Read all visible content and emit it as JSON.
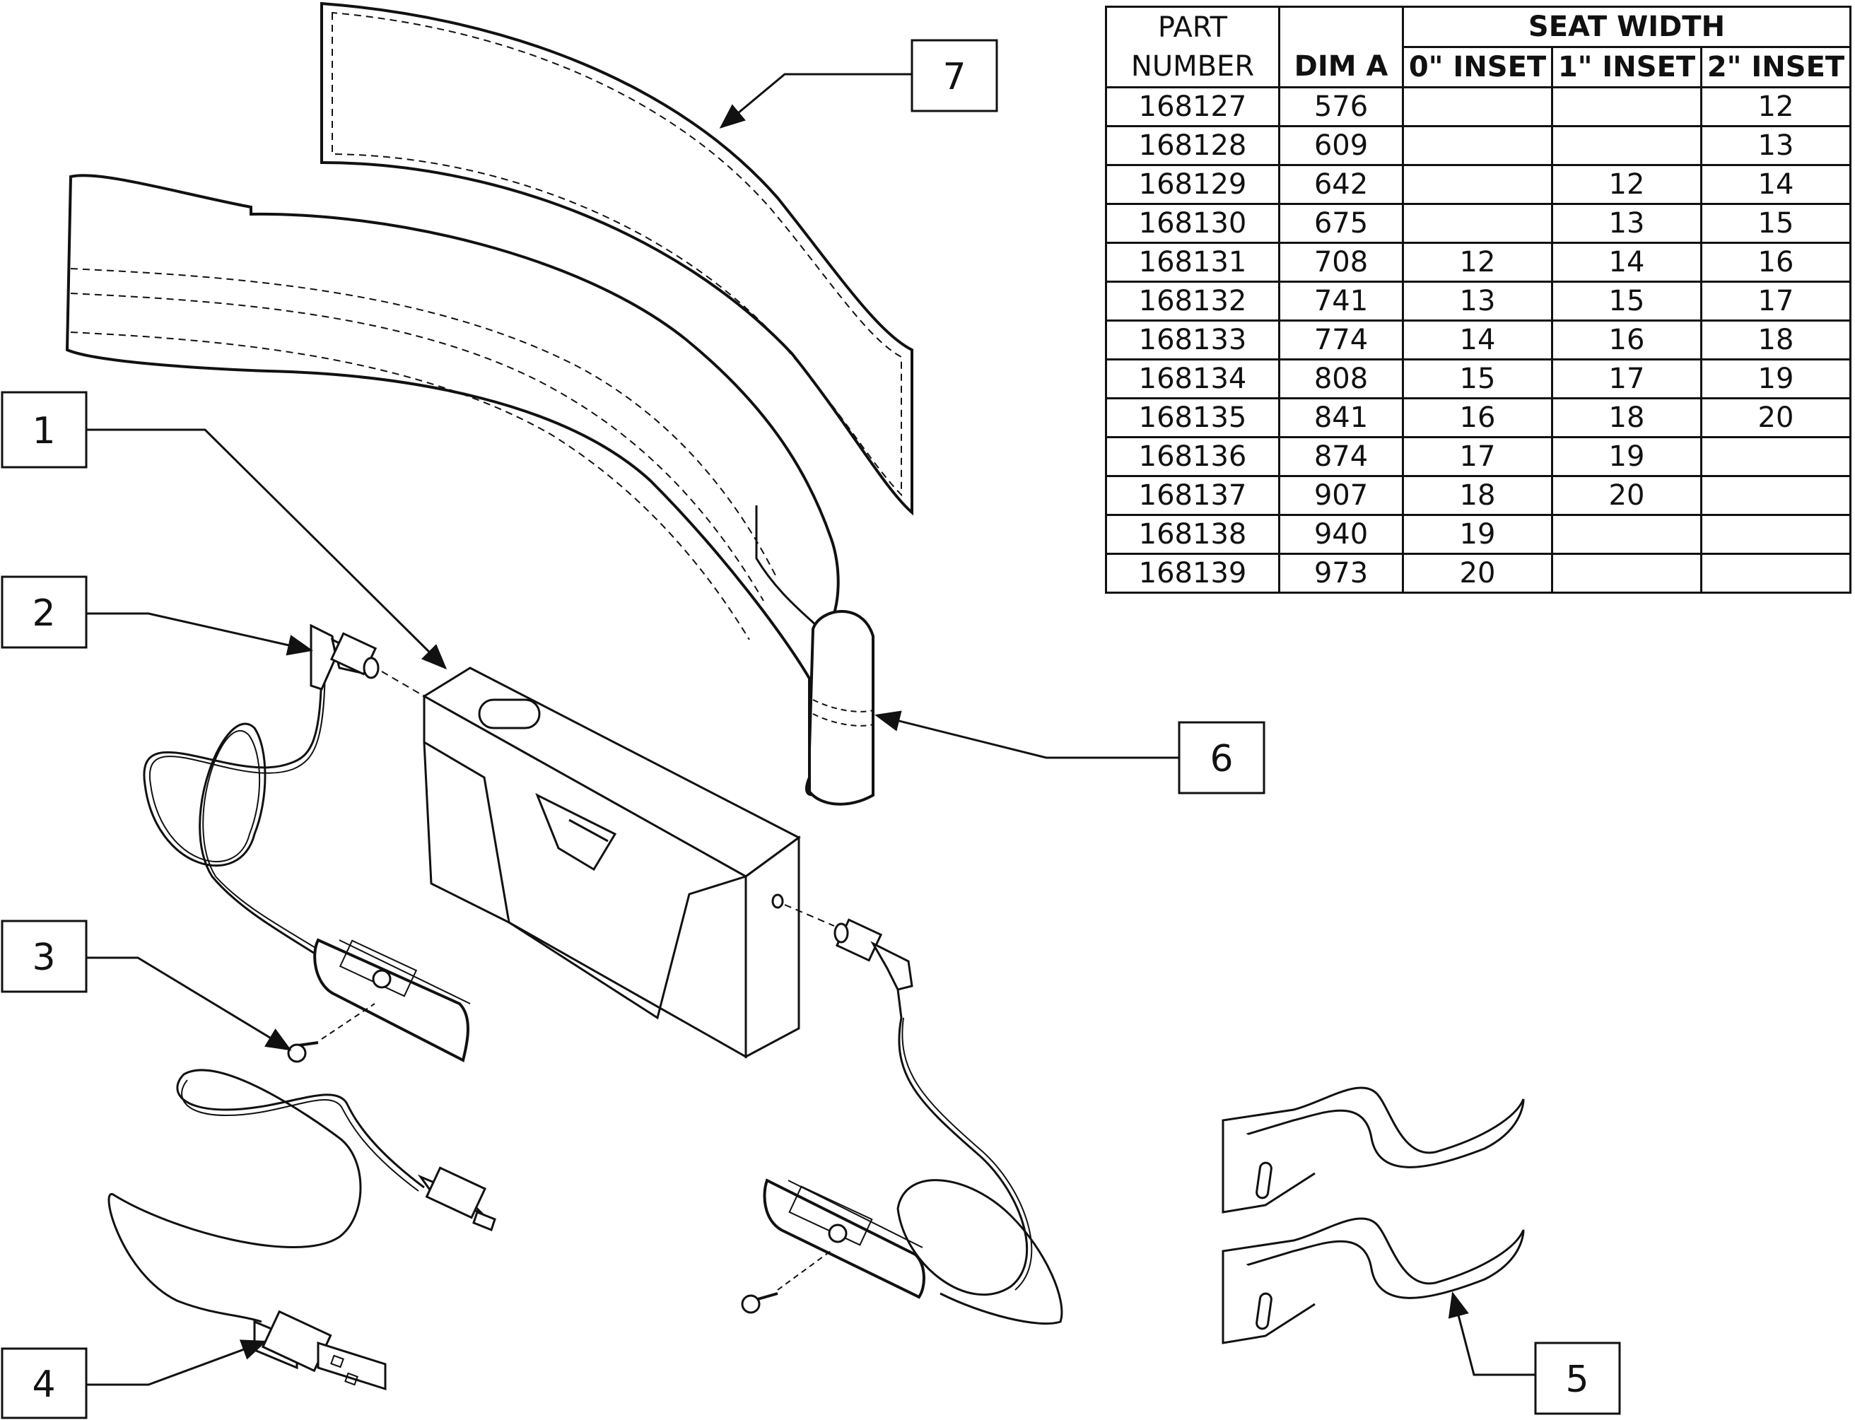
{
  "callouts": [
    "1",
    "2",
    "3",
    "4",
    "5",
    "6",
    "7"
  ],
  "table": {
    "header": {
      "part_top": "PART",
      "part_bottom": "NUMBER",
      "dim_a": "DIM A",
      "seat_width": "SEAT WIDTH",
      "inset0": "0\" INSET",
      "inset1": "1\" INSET",
      "inset2": "2\" INSET"
    },
    "rows": [
      [
        "168127",
        "576",
        "",
        "",
        "12"
      ],
      [
        "168128",
        "609",
        "",
        "",
        "13"
      ],
      [
        "168129",
        "642",
        "",
        "12",
        "14"
      ],
      [
        "168130",
        "675",
        "",
        "13",
        "15"
      ],
      [
        "168131",
        "708",
        "12",
        "14",
        "16"
      ],
      [
        "168132",
        "741",
        "13",
        "15",
        "17"
      ],
      [
        "168133",
        "774",
        "14",
        "16",
        "18"
      ],
      [
        "168134",
        "808",
        "15",
        "17",
        "19"
      ],
      [
        "168135",
        "841",
        "16",
        "18",
        "20"
      ],
      [
        "168136",
        "874",
        "17",
        "19",
        ""
      ],
      [
        "168137",
        "907",
        "18",
        "20",
        ""
      ],
      [
        "168138",
        "940",
        "19",
        "",
        ""
      ],
      [
        "168139",
        "973",
        "20",
        "",
        ""
      ]
    ]
  }
}
